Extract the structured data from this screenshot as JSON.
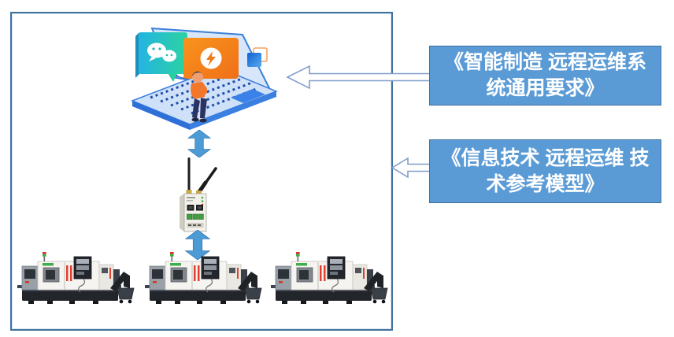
{
  "scene": {
    "boundary_box": {
      "border_color": "#41719C"
    },
    "cloud_platform": {
      "icon": "laptop-cloud-apps-illustration"
    },
    "gateway": {
      "icon": "wireless-gateway-with-antennas"
    },
    "machines": {
      "icon": "cnc-machine",
      "count": 3
    },
    "links": {
      "icon": "double-headed-vertical-arrow",
      "color": "#4D9BD5",
      "edge_color": "#2E75B6"
    },
    "pointer_arrows": {
      "icon": "left-block-arrow",
      "fill": "#FFFFFF",
      "outline": "#7F9EC9"
    }
  },
  "callouts": [
    {
      "id": "standard-1",
      "full_text": "《智能制造 远程运维系统通用要求》",
      "line1": "《智能制造 远程运维系",
      "line2": "统通用要求》",
      "bg": "#5B9BD5",
      "text_color": "#FFFFFF"
    },
    {
      "id": "standard-2",
      "full_text": "《信息技术 远程运维 技术参考模型》",
      "line1": "《信息技术 远程运维 技",
      "line2": "术参考模型》",
      "bg": "#5B9BD5",
      "text_color": "#FFFFFF"
    }
  ]
}
